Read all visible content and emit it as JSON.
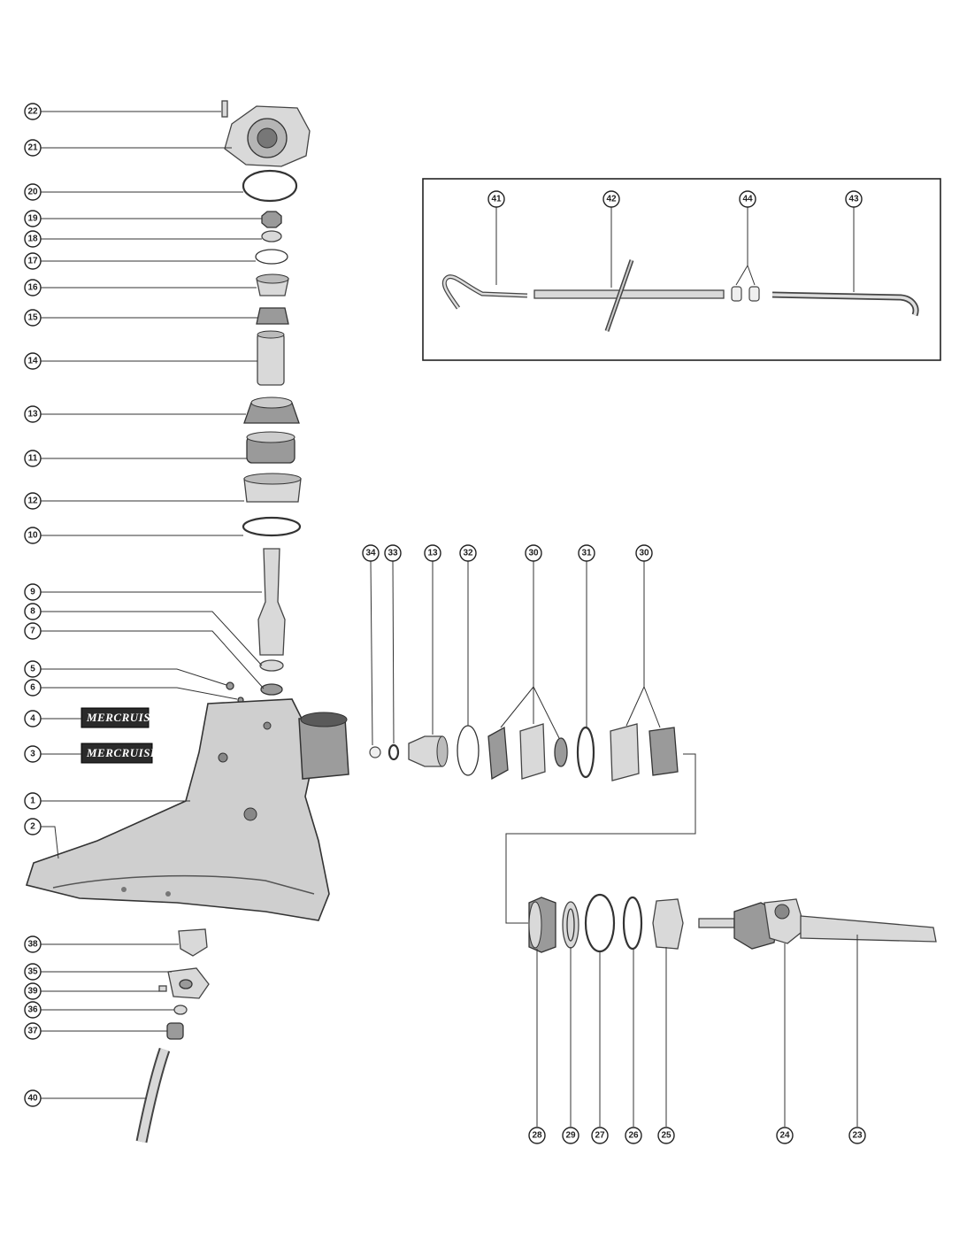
{
  "callouts": {
    "c22": "22",
    "c21": "21",
    "c20": "20",
    "c19": "19",
    "c18": "18",
    "c17": "17",
    "c16": "16",
    "c15": "15",
    "c14": "14",
    "c13a": "13",
    "c11": "11",
    "c12": "12",
    "c10": "10",
    "c9": "9",
    "c8": "8",
    "c7": "7",
    "c5": "5",
    "c6": "6",
    "c4": "4",
    "c3": "3",
    "c1": "1",
    "c2": "2",
    "c38": "38",
    "c35": "35",
    "c39": "39",
    "c36": "36",
    "c37": "37",
    "c40": "40",
    "c41": "41",
    "c42": "42",
    "c44": "44",
    "c43": "43",
    "c34": "34",
    "c33": "33",
    "c13b": "13",
    "c32": "32",
    "c30a": "30",
    "c31": "31",
    "c30b": "30",
    "c28": "28",
    "c29": "29",
    "c27": "27",
    "c26": "26",
    "c25": "25",
    "c24": "24",
    "c23": "23"
  },
  "badges": {
    "badge4": "MERCRUISER",
    "badge3": "MERCRUISER"
  }
}
